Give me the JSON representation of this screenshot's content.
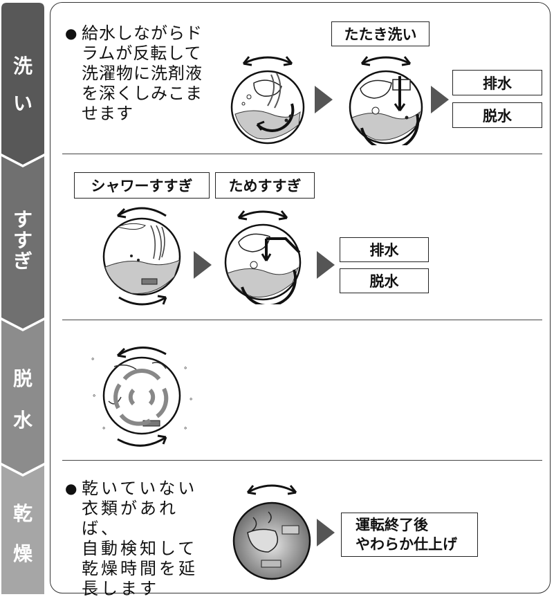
{
  "steps": [
    {
      "label": "洗\nい",
      "lines": [
        "洗",
        "い"
      ],
      "color": "#585858"
    },
    {
      "label": "すすぎ",
      "lines": [
        "す",
        "す",
        "ぎ"
      ],
      "color": "#707070"
    },
    {
      "label": "脱水",
      "lines": [
        "脱",
        "水"
      ],
      "color": "#8c8c8c"
    },
    {
      "label": "乾燥",
      "lines": [
        "乾",
        "燥"
      ],
      "color": "#a6a6a6"
    }
  ],
  "wash": {
    "desc_lines": [
      "給水しながらド",
      "ラムが反転して",
      "洗濯物に洗剤液",
      "を深くしみこま",
      "せます"
    ],
    "tataki_label": "たたき洗い",
    "drain_label": "排水",
    "spin_label": "脱水"
  },
  "rinse": {
    "shower_label": "シャワーすすぎ",
    "tame_label": "ためすすぎ",
    "drain_label": "排水",
    "spin_label": "脱水"
  },
  "dry": {
    "desc_lines": [
      "乾いていない",
      "衣類があれば、",
      "自動検知して",
      "乾燥時間を延",
      "長します"
    ],
    "finish_lines": [
      "運転終了後",
      "やわらか仕上げ"
    ]
  },
  "colors": {
    "tab_dark": "#585858",
    "triangle": "#555555",
    "outline": "#222222"
  }
}
